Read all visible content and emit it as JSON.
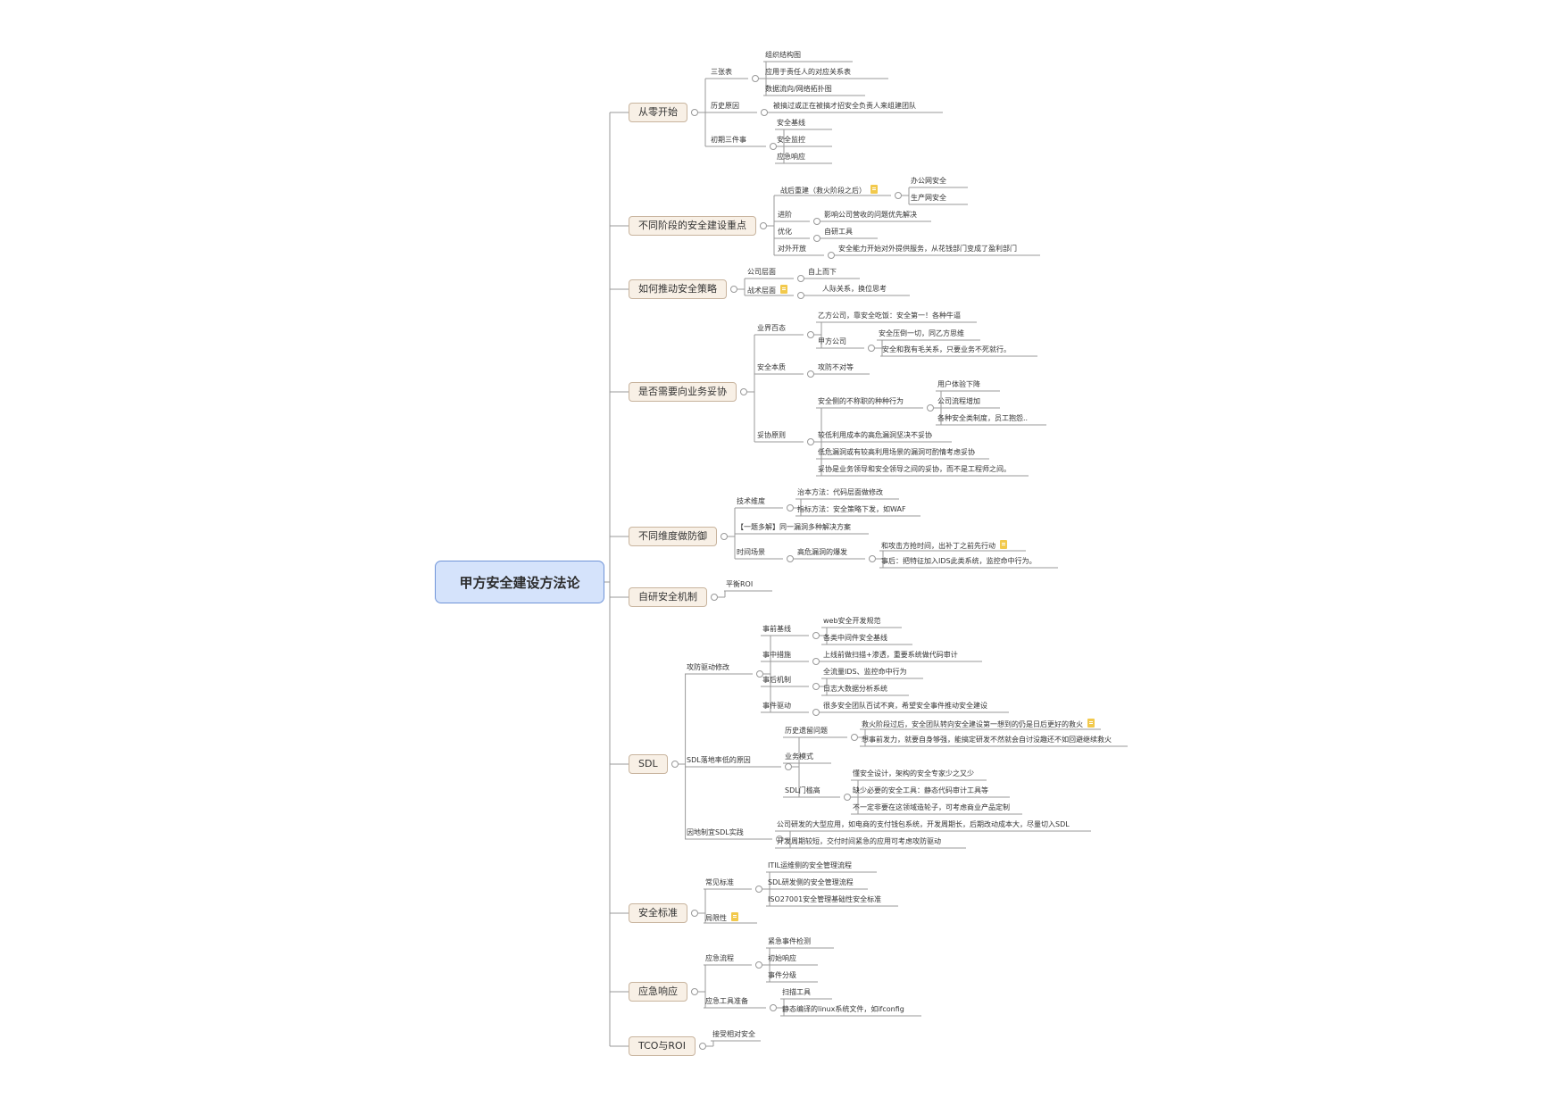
{
  "root": {
    "label": "甲方安全建设方法论",
    "children": [
      {
        "label": "从零开始",
        "children": [
          {
            "label": "三张表",
            "children": [
              {
                "label": "组织结构图"
              },
              {
                "label": "应用于责任人的对应关系表"
              },
              {
                "label": "数据流向/网络拓扑图"
              }
            ]
          },
          {
            "label": "历史原因",
            "children": [
              {
                "label": "被搞过或正在被搞才招安全负责人来组建团队"
              }
            ]
          },
          {
            "label": "初期三件事",
            "children": [
              {
                "label": "安全基线"
              },
              {
                "label": "安全监控"
              },
              {
                "label": "应急响应"
              }
            ]
          }
        ]
      },
      {
        "label": "不同阶段的安全建设重点",
        "children": [
          {
            "label": "战后重建（救火阶段之后）",
            "icon": "note-icon",
            "children": [
              {
                "label": "办公网安全"
              },
              {
                "label": "生产网安全"
              }
            ]
          },
          {
            "label": "进阶",
            "children": [
              {
                "label": "影响公司营收的问题优先解决"
              }
            ]
          },
          {
            "label": "优化",
            "children": [
              {
                "label": "自研工具"
              }
            ]
          },
          {
            "label": "对外开放",
            "children": [
              {
                "label": "安全能力开始对外提供服务，从花钱部门变成了盈利部门"
              }
            ]
          }
        ]
      },
      {
        "label": "如何推动安全策略",
        "children": [
          {
            "label": "公司层面",
            "children": [
              {
                "label": "自上而下"
              }
            ]
          },
          {
            "label": "战术层面",
            "icon": "note-icon",
            "children": [
              {
                "label": "人际关系，换位思考"
              }
            ]
          }
        ]
      },
      {
        "label": "是否需要向业务妥协",
        "children": [
          {
            "label": "业界百态",
            "children": [
              {
                "label": "乙方公司，靠安全吃饭：安全第一！各种牛逼"
              },
              {
                "label": "甲方公司",
                "children": [
                  {
                    "label": "安全压倒一切，同乙方思维"
                  },
                  {
                    "label": "安全和我有毛关系，只要业务不死就行。"
                  }
                ]
              }
            ]
          },
          {
            "label": "安全本质",
            "children": [
              {
                "label": "攻防不对等"
              }
            ]
          },
          {
            "label": "妥协原则",
            "children": [
              {
                "label": "安全侧的不称职的种种行为",
                "children": [
                  {
                    "label": "用户体验下降"
                  },
                  {
                    "label": "公司流程增加"
                  },
                  {
                    "label": "各种安全类制度，员工抱怨.."
                  }
                ]
              },
              {
                "label": "较低利用成本的高危漏洞坚决不妥协"
              },
              {
                "label": "低危漏洞或有较高利用场景的漏洞可酌情考虑妥协"
              },
              {
                "label": "妥协是业务领导和安全领导之间的妥协，而不是工程师之间。"
              }
            ]
          }
        ]
      },
      {
        "label": "不同维度做防御",
        "children": [
          {
            "label": "技术维度",
            "children": [
              {
                "label": "治本方法：代码层面做修改"
              },
              {
                "label": "指标方法：安全策略下发，如WAF"
              }
            ]
          },
          {
            "label": "【一题多解】同一漏洞多种解决方案"
          },
          {
            "label": "时间场景",
            "children": [
              {
                "label": "高危漏洞的爆发",
                "children": [
                  {
                    "label": "和攻击方抢时间，出补丁之前先行动",
                    "icon": "note-icon"
                  },
                  {
                    "label": "事后：把特征加入IDS此类系统，监控命中行为。"
                  }
                ]
              }
            ]
          }
        ]
      },
      {
        "label": "自研安全机制",
        "children": [
          {
            "label": "平衡ROI"
          }
        ]
      },
      {
        "label": "SDL",
        "children": [
          {
            "label": "攻防驱动修改",
            "children": [
              {
                "label": "事前基线",
                "children": [
                  {
                    "label": "web安全开发规范"
                  },
                  {
                    "label": "各类中间件安全基线"
                  }
                ]
              },
              {
                "label": "事中措施",
                "children": [
                  {
                    "label": "上线前做扫描+渗透，重要系统做代码审计"
                  }
                ]
              },
              {
                "label": "事后机制",
                "children": [
                  {
                    "label": "全流量IDS、监控命中行为"
                  },
                  {
                    "label": "日志大数据分析系统"
                  }
                ]
              },
              {
                "label": "事件驱动",
                "children": [
                  {
                    "label": "很多安全团队百试不爽，希望安全事件推动安全建设"
                  }
                ]
              }
            ]
          },
          {
            "label": "SDL落地率低的原因",
            "children": [
              {
                "label": "历史遗留问题",
                "children": [
                  {
                    "label": "救火阶段过后，安全团队转向安全建设第一想到的仍是日后更好的救火",
                    "icon": "note-icon"
                  },
                  {
                    "label": "想事前发力，就要自身够强，能搞定研发不然就会自讨没趣还不如回避继续救火"
                  }
                ]
              },
              {
                "label": "业务模式"
              },
              {
                "label": "SDL门槛高",
                "children": [
                  {
                    "label": "懂安全设计，架构的安全专家少之又少"
                  },
                  {
                    "label": "缺少必要的安全工具：静态代码审计工具等"
                  },
                  {
                    "label": "不一定非要在这领域造轮子，可考虑商业产品定制"
                  }
                ]
              }
            ]
          },
          {
            "label": "因地制宜SDL实践",
            "children": [
              {
                "label": "公司研发的大型应用，如电商的支付钱包系统，开发周期长，后期改动成本大，尽量切入SDL"
              },
              {
                "label": "开发周期较短，交付时间紧急的应用可考虑攻防驱动"
              }
            ]
          }
        ]
      },
      {
        "label": "安全标准",
        "children": [
          {
            "label": "常见标准",
            "children": [
              {
                "label": "ITIL运维侧的安全管理流程"
              },
              {
                "label": "SDL研发侧的安全管理流程"
              },
              {
                "label": "ISO27001安全管理基础性安全标准"
              }
            ]
          },
          {
            "label": "局限性",
            "icon": "note-icon"
          }
        ]
      },
      {
        "label": "应急响应",
        "children": [
          {
            "label": "应急流程",
            "children": [
              {
                "label": "紧急事件检测"
              },
              {
                "label": "初始响应"
              },
              {
                "label": "事件分级"
              }
            ]
          },
          {
            "label": "应急工具准备",
            "children": [
              {
                "label": "扫描工具"
              },
              {
                "label": "静态编译的linux系统文件，如ifconfig"
              }
            ]
          }
        ]
      },
      {
        "label": "TCO与ROI",
        "children": [
          {
            "label": "接受相对安全"
          }
        ]
      }
    ]
  },
  "colors": {
    "line": "#999999",
    "root_fill": "#d5e3fb",
    "root_border": "#6f94d8",
    "main_fill": "#f8f0e6",
    "main_border": "#c8b49e"
  }
}
